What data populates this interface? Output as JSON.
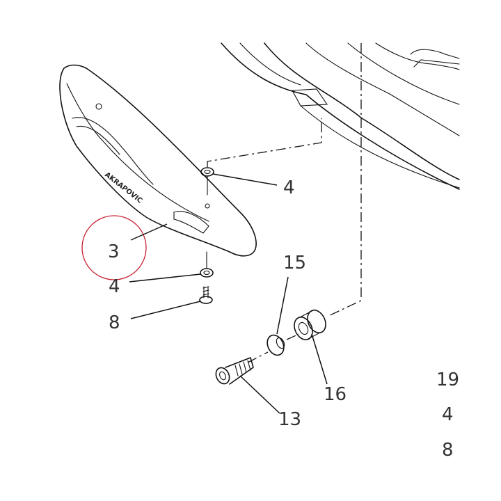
{
  "callouts": {
    "heat_shield": "3",
    "washer_upper": "4",
    "washer_lower": "4",
    "screw": "8",
    "bolt": "13",
    "washer_15": "15",
    "bushing": "16"
  },
  "side_list": [
    "19",
    "4",
    "8"
  ],
  "brand_mark": "AKRAPOVIC",
  "highlight_color": "#c81e2e",
  "line_color": "#111111"
}
